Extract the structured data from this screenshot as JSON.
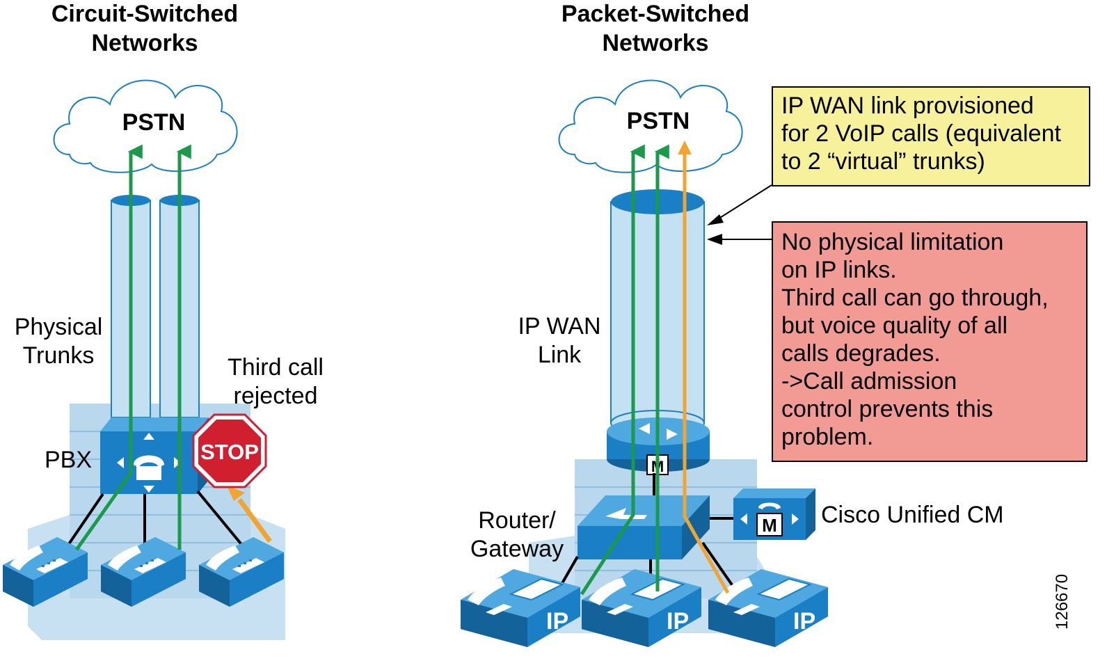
{
  "left": {
    "title_line1": "Circuit-Switched",
    "title_line2": "Networks",
    "cloud_label": "PSTN",
    "trunks_line1": "Physical",
    "trunks_line2": "Trunks",
    "pbx_label": "PBX",
    "rejected_line1": "Third call",
    "rejected_line2": "rejected",
    "stop_sign": "STOP"
  },
  "right": {
    "title_line1": "Packet-Switched",
    "title_line2": "Networks",
    "cloud_label": "PSTN",
    "link_line1": "IP WAN",
    "link_line2": "Link",
    "router_line1": "Router/",
    "router_line2": "Gateway",
    "cucm_label": "Cisco Unified CM",
    "cucm_badge": "M",
    "router_badge": "M",
    "phone_badge": "IP"
  },
  "notes": {
    "yellow": [
      "IP WAN link provisioned",
      "for 2 VoIP calls (equivalent",
      "to 2 “virtual” trunks)"
    ],
    "red": [
      "No physical limitation",
      "on IP links.",
      "Third call can go through,",
      "but voice quality of all",
      "calls degrades.",
      "->Call admission",
      "control prevents this",
      "problem."
    ]
  },
  "figure_id": "126670",
  "colors": {
    "ok_call": "#1a9a4a",
    "third_call": "#f2a431",
    "device_blue": "#1a7fc4",
    "pipe_fill": "#c3e1f3",
    "building": "#b9d8ee",
    "stop_red": "#d02030",
    "note_yellow": "#f7f19b",
    "note_red": "#f29a94"
  }
}
